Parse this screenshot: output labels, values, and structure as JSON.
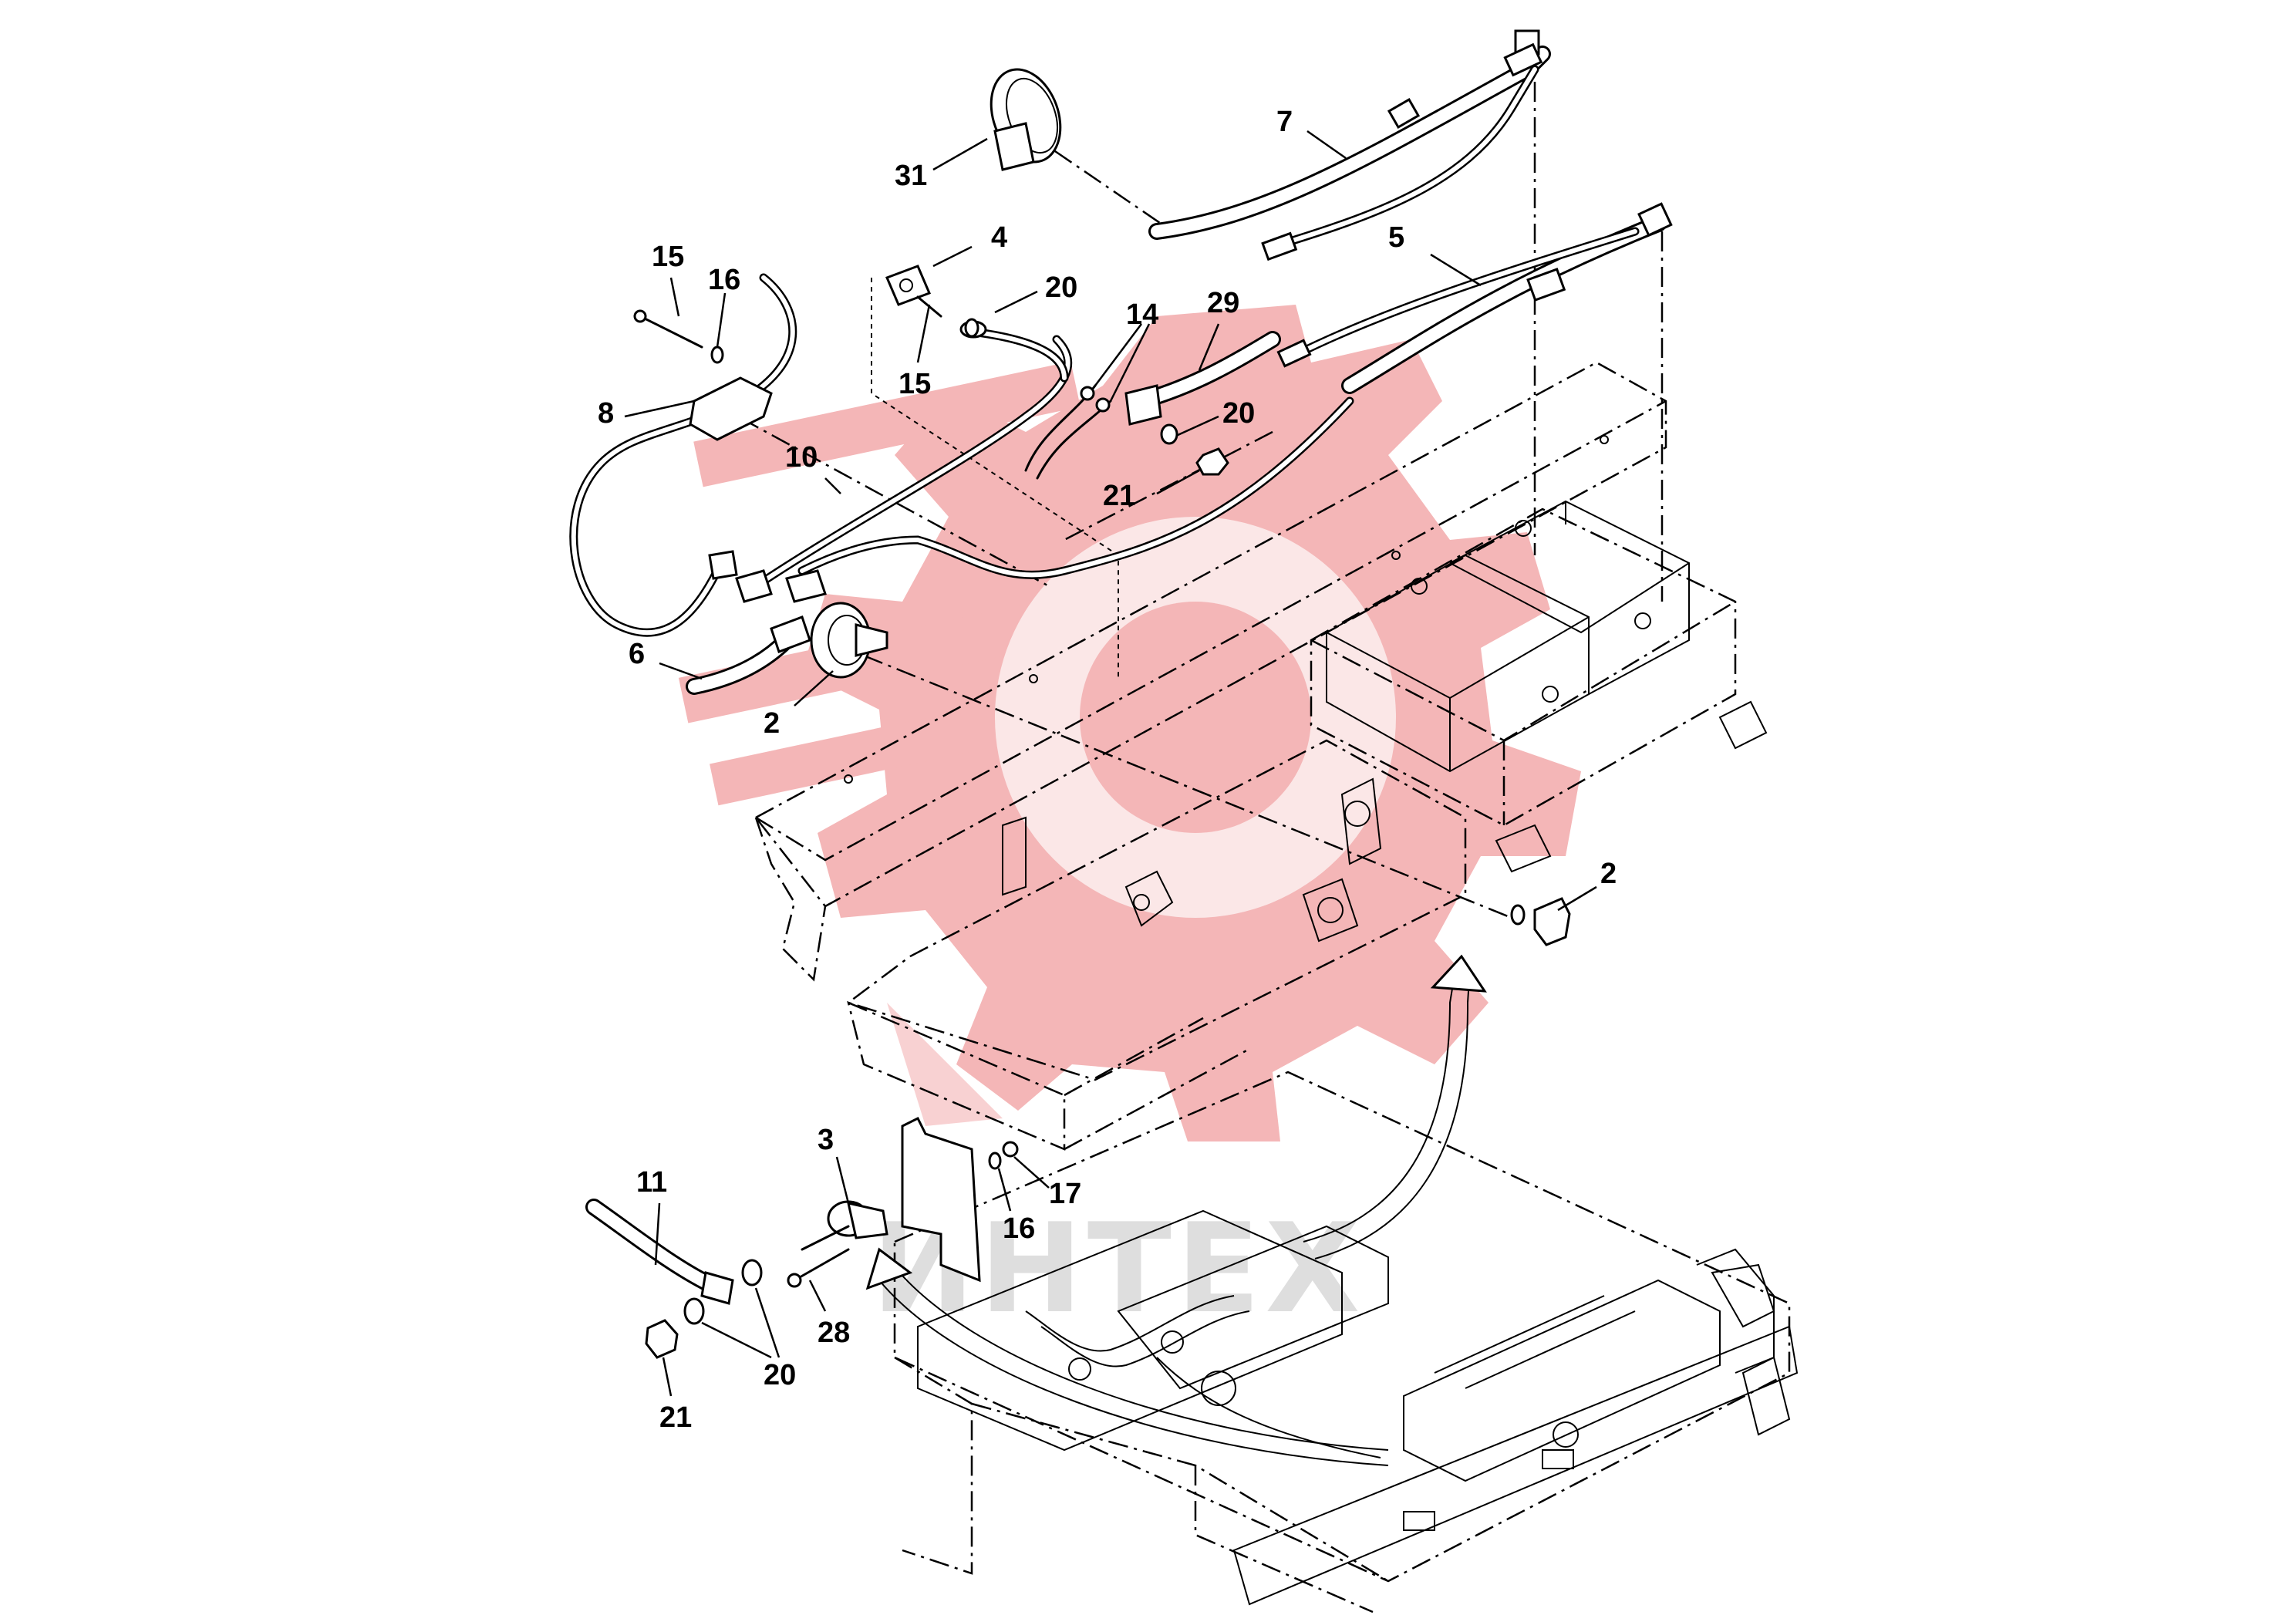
{
  "watermark": {
    "text": "ИНТЕХ",
    "color": "#f2a9aa"
  },
  "callouts": [
    {
      "id": "c7",
      "label": "7"
    },
    {
      "id": "c31",
      "label": "31"
    },
    {
      "id": "c15a",
      "label": "15"
    },
    {
      "id": "c16a",
      "label": "16"
    },
    {
      "id": "c4",
      "label": "4"
    },
    {
      "id": "c20a",
      "label": "20"
    },
    {
      "id": "c5",
      "label": "5"
    },
    {
      "id": "c14",
      "label": "14"
    },
    {
      "id": "c29",
      "label": "29"
    },
    {
      "id": "c15b",
      "label": "15"
    },
    {
      "id": "c8",
      "label": "8"
    },
    {
      "id": "c20b",
      "label": "20"
    },
    {
      "id": "c10",
      "label": "10"
    },
    {
      "id": "c21a",
      "label": "21"
    },
    {
      "id": "c6",
      "label": "6"
    },
    {
      "id": "c2a",
      "label": "2"
    },
    {
      "id": "c2b",
      "label": "2"
    },
    {
      "id": "c3",
      "label": "3"
    },
    {
      "id": "c11",
      "label": "11"
    },
    {
      "id": "c17",
      "label": "17"
    },
    {
      "id": "c16b",
      "label": "16"
    },
    {
      "id": "c28",
      "label": "28"
    },
    {
      "id": "c20c",
      "label": "20"
    },
    {
      "id": "c21b",
      "label": "21"
    }
  ]
}
